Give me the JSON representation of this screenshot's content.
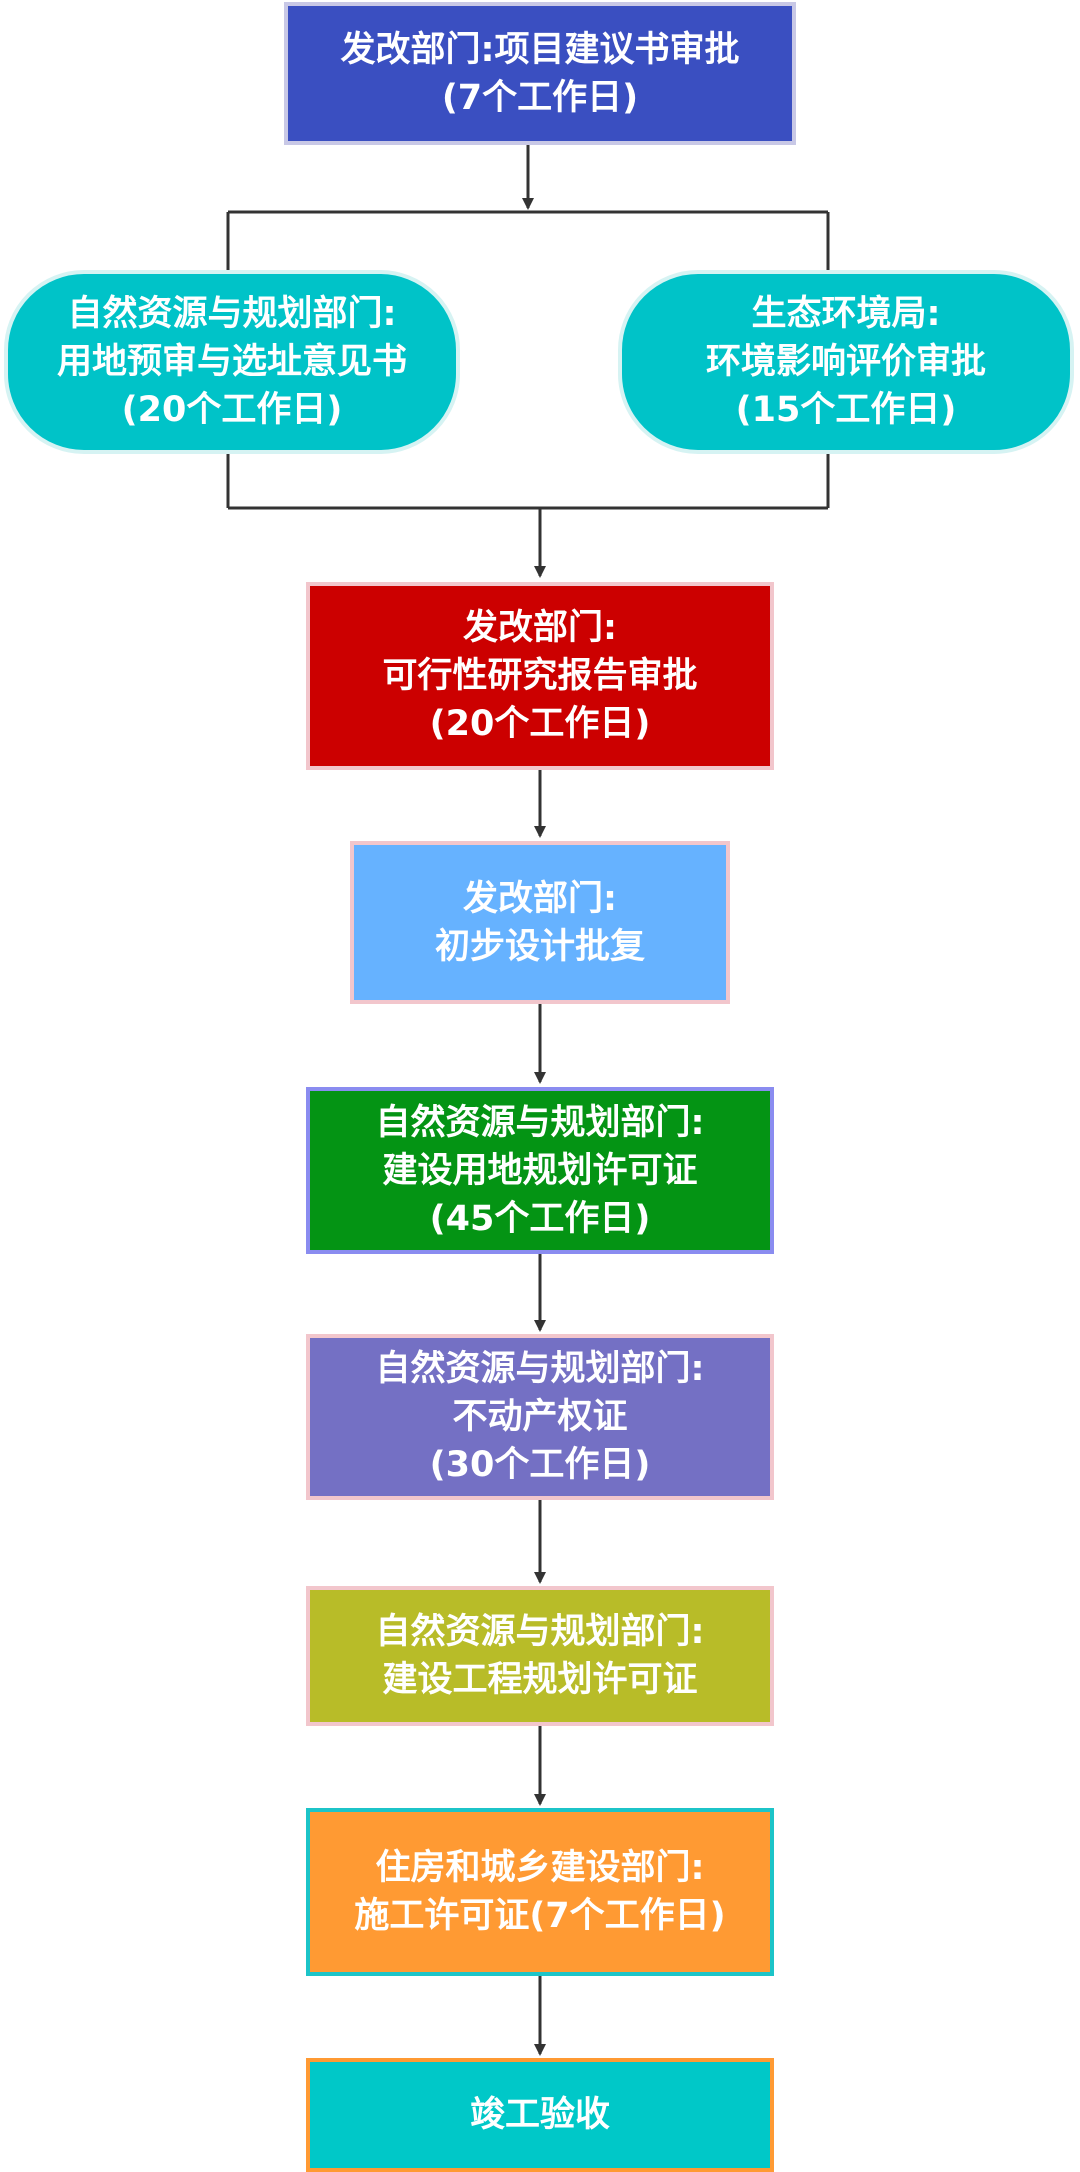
{
  "flowchart": {
    "step1": {
      "lines": [
        "发改部门:项目建议书审批",
        "(7个工作日)"
      ],
      "fill": "#3a4fc1",
      "border": "#c8c8e6"
    },
    "step2a": {
      "lines": [
        "自然资源与规划部门:",
        "用地预审与选址意见书",
        "(20个工作日)"
      ],
      "fill": "#00c3c8",
      "border": "#d6f3f3"
    },
    "step2b": {
      "lines": [
        "生态环境局:",
        "环境影响评价审批",
        "(15个工作日)"
      ],
      "fill": "#00c3c8",
      "border": "#d6f3f3"
    },
    "step3": {
      "lines": [
        "发改部门:",
        "可行性研究报告审批",
        "(20个工作日)"
      ],
      "fill": "#cc0000",
      "border": "#f2c6cc"
    },
    "step4": {
      "lines": [
        "发改部门:",
        "初步设计批复"
      ],
      "fill": "#66b2ff",
      "border": "#f2c6cc"
    },
    "step5": {
      "lines": [
        "自然资源与规划部门:",
        "建设用地规划许可证",
        "(45个工作日)"
      ],
      "fill": "#049414",
      "border": "#8a8cf0"
    },
    "step6": {
      "lines": [
        "自然资源与规划部门:",
        "不动产权证",
        "(30个工作日)"
      ],
      "fill": "#7470c4",
      "border": "#f2c6cc"
    },
    "step7": {
      "lines": [
        "自然资源与规划部门:",
        "建设工程规划许可证"
      ],
      "fill": "#b8bc28",
      "border": "#f2c6cc"
    },
    "step8": {
      "lines": [
        "住房和城乡建设部门:",
        "施工许可证(7个工作日)"
      ],
      "fill": "#ff9a33",
      "border": "#1cc4c8"
    },
    "step9": {
      "lines": [
        "竣工验收"
      ],
      "fill": "#00c8c8",
      "border": "#ff9a33"
    },
    "connector_color": "#333333"
  }
}
